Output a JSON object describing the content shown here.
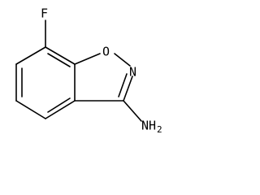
{
  "molecule": {
    "atoms": {
      "fluorine": "F",
      "oxygen": "O",
      "nitrogen_ring": "N",
      "amine": "NH",
      "amine_subscript": "2"
    },
    "bond_color": "#000000",
    "label_color": "#000000",
    "background": "#ffffff"
  }
}
